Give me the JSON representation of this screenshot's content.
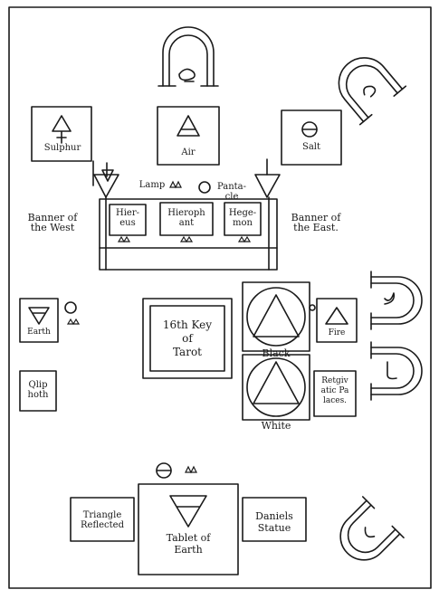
{
  "labels": {
    "sulphur": "Sulphur",
    "air": "Air",
    "salt": "Salt",
    "lamp": "Lamp",
    "pantacle": "Panta-\ncle",
    "banner_west": "Banner of\nthe West",
    "banner_east": "Banner of\nthe East.",
    "hiereus": "Hier-\neus",
    "hierophant": "Hieroph\nant",
    "hegemon": "Hege-\nmon",
    "earth": "Earth",
    "key_of_tarot": "16th Key\nof\nTarot",
    "black": "Black",
    "white": "White",
    "fire": "Fire",
    "qliphoth": "Qlip\nhoth",
    "paleces": "Retgiv\natic Pa\nlaces.",
    "triangle_reflected": "Triangle\nReflected",
    "tablet_of_earth": "Tablet of\nEarth",
    "daniels_statue": "Daniels\nStatue"
  },
  "icons": [
    "arch-icon",
    "crown-icon",
    "cross-circle-icon",
    "triangle-up-icon",
    "triangle-down-icon",
    "salt-symbol-icon"
  ]
}
